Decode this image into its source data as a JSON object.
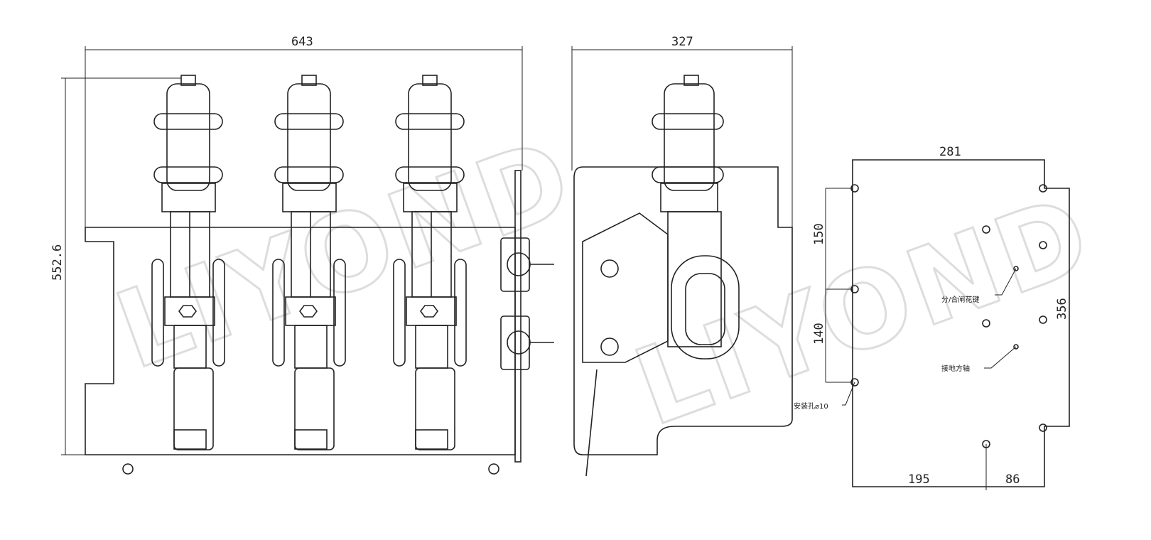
{
  "watermark": "LIYOND",
  "front_view": {
    "width_dim": "643",
    "height_dim": "552.6",
    "pole_count": 3
  },
  "side_view": {
    "width_dim": "327"
  },
  "mounting_view": {
    "top_dim": "281",
    "upper_dim": "150",
    "lower_dim": "140",
    "right_dim": "356",
    "bottom_left_dim": "195",
    "bottom_right_dim": "86",
    "label_spline": "分/合闸花键",
    "label_earthing_shaft": "接地方轴",
    "label_mount_hole": "安装孔⌀10"
  }
}
